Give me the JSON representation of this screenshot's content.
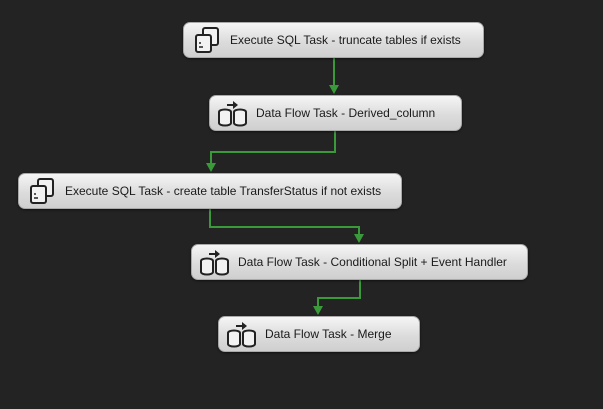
{
  "colors": {
    "background": "#232323",
    "connector": "#3a9a3a",
    "task_fill": "#dcdcdc",
    "task_border": "#a9a9a9",
    "label": "#1a1a1a"
  },
  "tasks": [
    {
      "label": "Execute SQL Task - truncate tables if exists",
      "icon": "execute-sql-icon"
    },
    {
      "label": "Data Flow Task - Derived_column",
      "icon": "data-flow-icon"
    },
    {
      "label": "Execute SQL Task - create table TransferStatus if not exists",
      "icon": "execute-sql-icon"
    },
    {
      "label": "Data Flow Task - Conditional Split + Event Handler",
      "icon": "data-flow-icon"
    },
    {
      "label": "Data Flow Task - Merge",
      "icon": "data-flow-icon"
    }
  ]
}
